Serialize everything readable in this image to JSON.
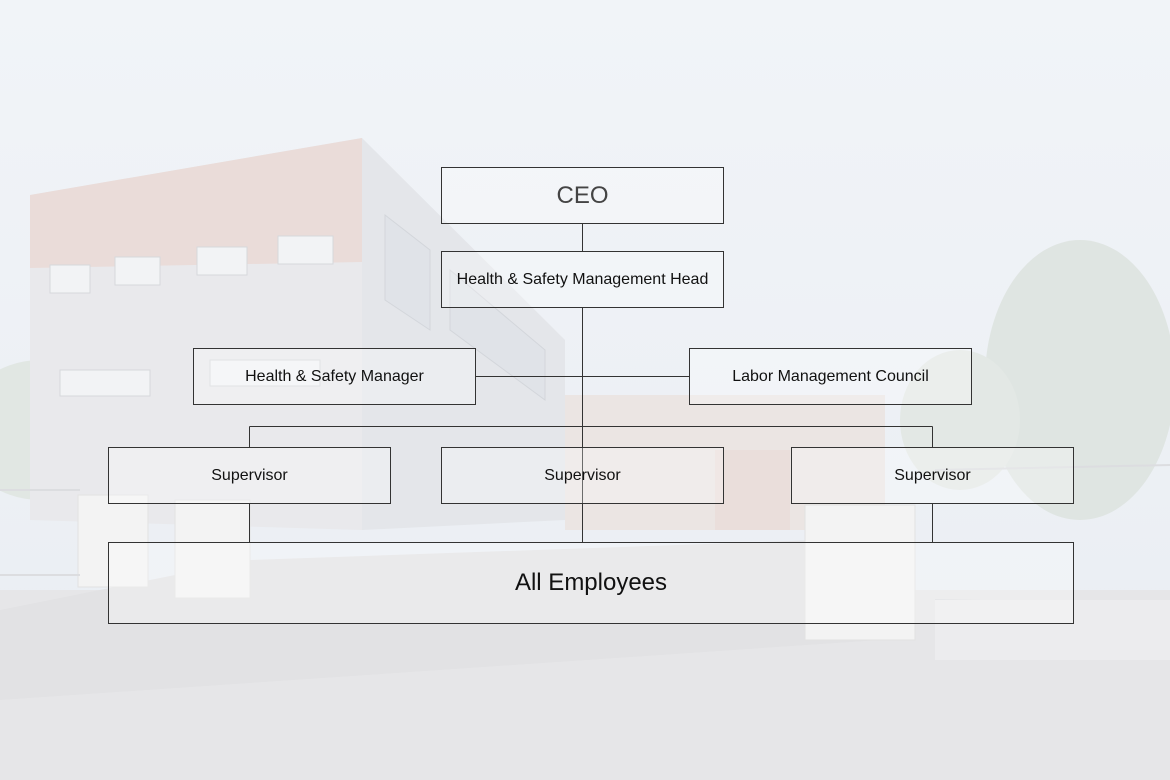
{
  "org_chart": {
    "ceo": "CEO",
    "head": "Health & Safety Management Head",
    "safety_manager": "Health & Safety Manager",
    "labor_council": "Labor Management Council",
    "supervisors": [
      "Supervisor",
      "Supervisor",
      "Supervisor"
    ],
    "all_employees": "All Employees"
  },
  "colors": {
    "line": "#333333",
    "text": "#111111"
  }
}
